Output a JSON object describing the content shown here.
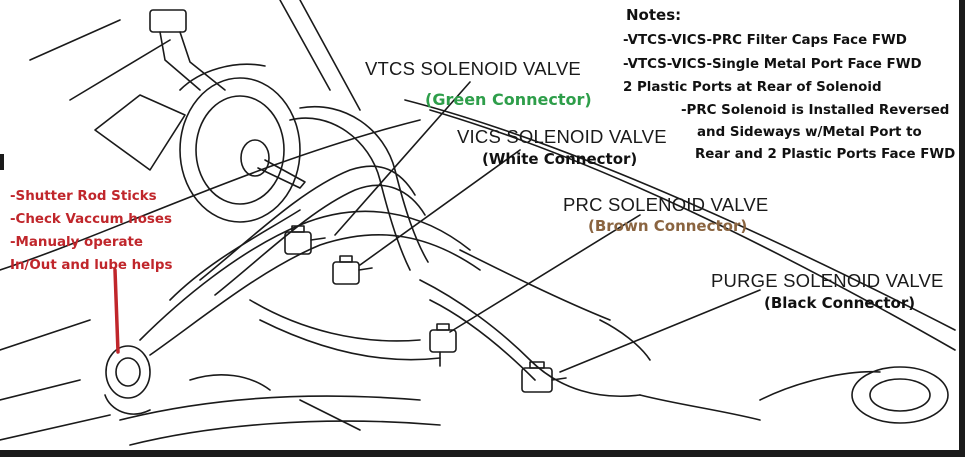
{
  "colors": {
    "background": "#ffffff",
    "line_art": "#1a1a1a",
    "green_label": "#2e9e4a",
    "white_label": "#111111",
    "brown_label": "#8a6440",
    "black_label": "#111111",
    "warning_text": "#c0262b",
    "pointer_line": "#c0262b"
  },
  "notes": {
    "heading": "Notes:",
    "lines": [
      "-VTCS-VICS-PRC Filter Caps Face FWD",
      "-VTCS-VICS-Single Metal Port Face FWD",
      "2 Plastic Ports at Rear of Solenoid",
      "-PRC Solenoid is Installed Reversed",
      "and Sideways w/Metal Port to",
      "Rear and 2 Plastic Ports Face FWD"
    ]
  },
  "valves": [
    {
      "id": "vtcs",
      "name": "VTCS SOLENOID VALVE",
      "connector": "(Green Connector)",
      "connector_color": "#2e9e4a"
    },
    {
      "id": "vics",
      "name": "VICS SOLENOID VALVE",
      "connector": "(White Connector)",
      "connector_color": "#111111"
    },
    {
      "id": "prc",
      "name": "PRC SOLENOID VALVE",
      "connector": "(Brown Connector)",
      "connector_color": "#8a6440"
    },
    {
      "id": "purge",
      "name": "PURGE SOLENOID VALVE",
      "connector": "(Black Connector)",
      "connector_color": "#111111"
    }
  ],
  "warning": {
    "lines": [
      "-Shutter Rod Sticks",
      "-Check Vaccum hoses",
      "-Manualy operate",
      "In/Out and lube helps"
    ]
  }
}
